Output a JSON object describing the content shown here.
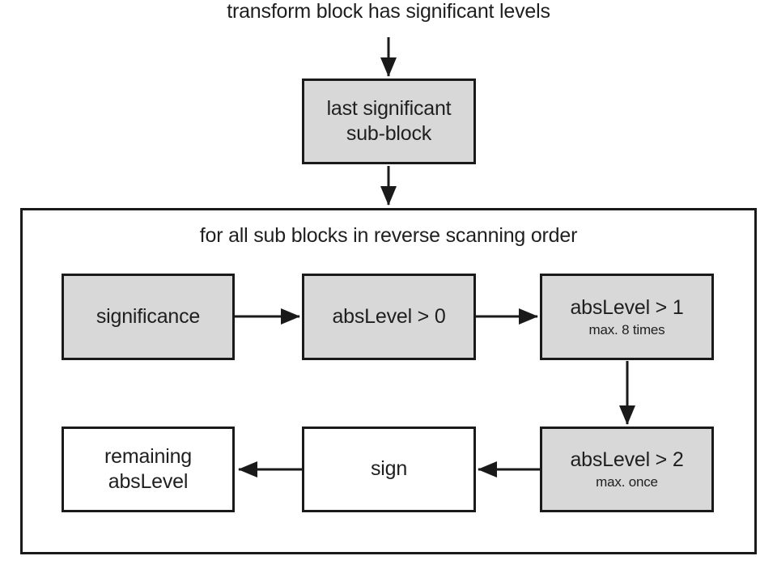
{
  "diagram": {
    "entry_label": "transform block has significant levels",
    "loop_label": "for all sub blocks in reverse scanning order",
    "nodes": {
      "last_sub_block": {
        "line1": "last significant",
        "line2": "sub-block",
        "fill": "gray"
      },
      "significance": {
        "label": "significance",
        "fill": "gray"
      },
      "abs_level_0": {
        "label": "absLevel > 0",
        "fill": "gray"
      },
      "abs_level_1": {
        "label": "absLevel > 1",
        "sublabel": "max. 8 times",
        "fill": "gray"
      },
      "abs_level_2": {
        "label": "absLevel > 2",
        "sublabel": "max. once",
        "fill": "gray"
      },
      "sign": {
        "label": "sign",
        "fill": "white"
      },
      "remaining_abs_level": {
        "line1": "remaining",
        "line2": "absLevel",
        "fill": "white"
      }
    },
    "edges": [
      {
        "from": "entry_label",
        "to": "last_sub_block",
        "direction": "down"
      },
      {
        "from": "last_sub_block",
        "to": "loop",
        "direction": "down"
      },
      {
        "from": "significance",
        "to": "abs_level_0",
        "direction": "right"
      },
      {
        "from": "abs_level_0",
        "to": "abs_level_1",
        "direction": "right"
      },
      {
        "from": "abs_level_1",
        "to": "abs_level_2",
        "direction": "down"
      },
      {
        "from": "abs_level_2",
        "to": "sign",
        "direction": "left"
      },
      {
        "from": "sign",
        "to": "remaining_abs_level",
        "direction": "left"
      }
    ],
    "colors": {
      "node_fill_gray": "#d8d8d8",
      "node_fill_white": "#ffffff",
      "border": "#1a1a1a",
      "text": "#1f1f1f",
      "background": "#ffffff"
    }
  }
}
